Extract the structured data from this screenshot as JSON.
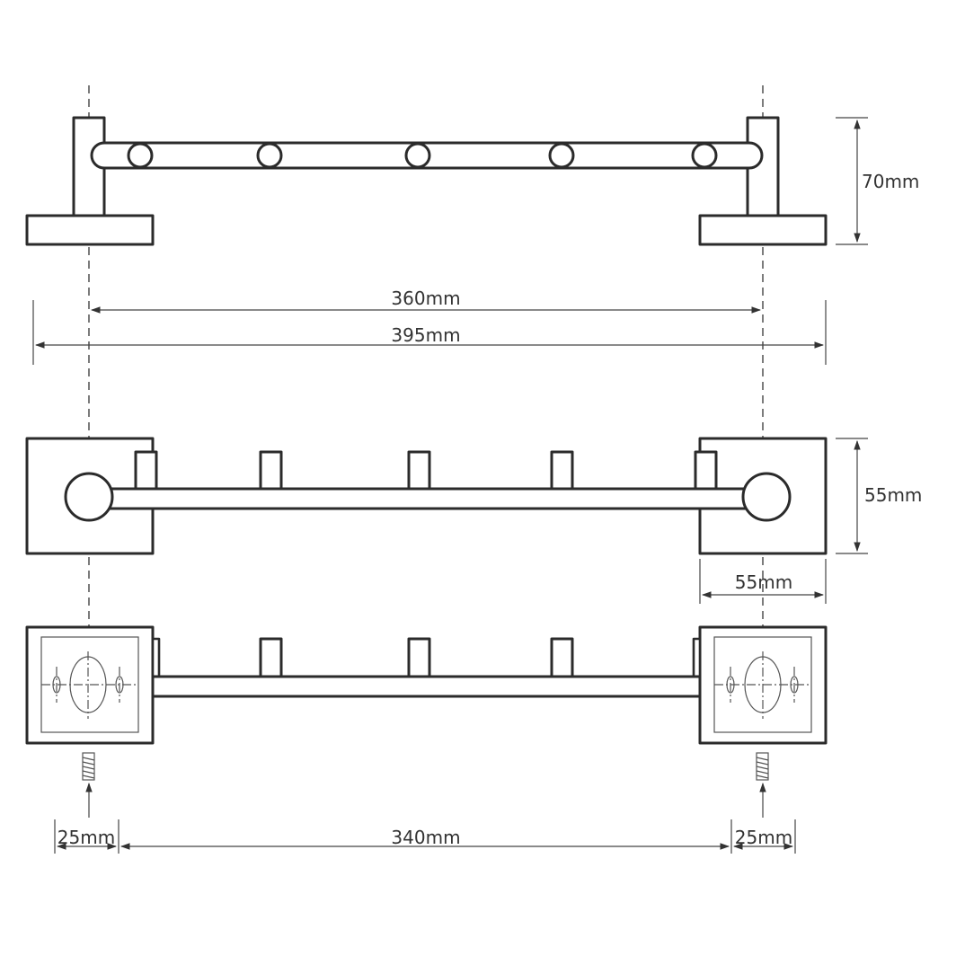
{
  "dimensions": {
    "height_top": "70mm",
    "center_distance": "360mm",
    "overall_length": "395mm",
    "depth_front": "55mm",
    "base_width": "55mm",
    "offset_left": "25mm",
    "center_bottom": "340mm",
    "offset_right": "25mm"
  },
  "colors": {
    "line": "#2b2b2b",
    "background": "#ffffff"
  }
}
